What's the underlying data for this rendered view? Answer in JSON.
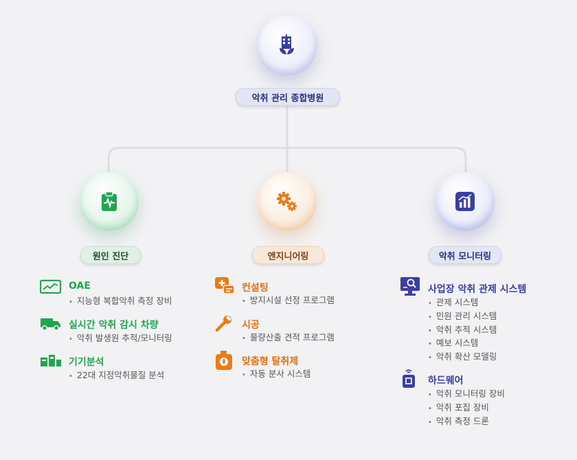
{
  "root": {
    "label": "악취 관리 종합병원",
    "icon": "hospital-building-leaf-icon"
  },
  "branches": [
    {
      "key": "green",
      "label": "원인 진단",
      "icon": "clipboard-pulse-icon",
      "color": "#1fa64f",
      "items": [
        {
          "title": "OAE",
          "icon": "trend-monitor-icon",
          "subs": [
            "지능형 복합악취 측정 장비"
          ]
        },
        {
          "title": "실시간 악취 감시 차량",
          "icon": "truck-icon",
          "subs": [
            "악취 발생원 추적/모니터링"
          ]
        },
        {
          "title": "기기분석",
          "icon": "lab-equipment-icon",
          "subs": [
            "22대 지정악취물질 분석"
          ]
        }
      ]
    },
    {
      "key": "orange",
      "label": "엔지니어링",
      "icon": "gears-icon",
      "color": "#e56f0e",
      "items": [
        {
          "title": "컨설팅",
          "icon": "chat-consulting-icon",
          "subs": [
            "방지시설 선정 프로그램"
          ]
        },
        {
          "title": "시공",
          "icon": "wrench-icon",
          "subs": [
            "물량산출 견적 프로그램"
          ]
        },
        {
          "title": "맞춤형 탈취제",
          "icon": "deodorant-bottle-icon",
          "subs": [
            "자동 분사 시스템"
          ]
        }
      ]
    },
    {
      "key": "blue",
      "label": "악취 모니터링",
      "icon": "bar-chart-icon",
      "color": "#3a3fa3",
      "items": [
        {
          "title": "사업장 악취 관제 시스템",
          "icon": "monitor-search-icon",
          "subs": [
            "관제 시스템",
            "민원 관리 시스템",
            "악취 추적 시스템",
            "예보 시스템",
            "악취 확산 모델링"
          ]
        },
        {
          "title": "하드웨어",
          "icon": "sensor-device-icon",
          "subs": [
            "악취 모니터링 장비",
            "악취 포집 장비",
            "악취 측정 드론"
          ]
        }
      ]
    }
  ]
}
